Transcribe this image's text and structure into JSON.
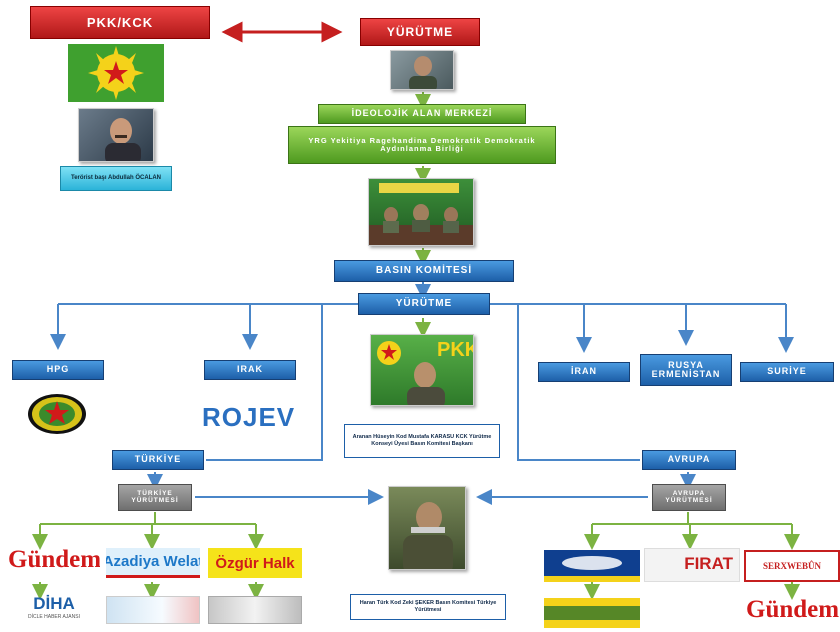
{
  "header": {
    "pkk_kck": "PKK/KCK",
    "yurutme_top": "YÜRÜTME",
    "founder_caption": "Terörist başı Abdullah ÖCALAN"
  },
  "center": {
    "ideological": "İDEOLOJİK ALAN MERKEZİ",
    "union": "YRG Yekitiya Ragehandina Demokratik Demokratik Aydınlanma Birliği",
    "press_committee": "BASIN KOMİTESİ",
    "yurutme_mid": "YÜRÜTME",
    "pkk_label": "PKK",
    "leader_caption": "Aranan Hüseyin Kod Mustafa KARASU KCK Yürütme Konseyi Üyesi Basın Komitesi Başkanı",
    "photo_caption": "Haran Türk Kod Zeki ŞEKER Basın Komitesi Türkiye Yürütmesi"
  },
  "regions": {
    "hpg": "HPG",
    "irak": "IRAK",
    "iran": "İRAN",
    "rusya": "RUSYA ERMENİSTAN",
    "suriye": "SURİYE",
    "turkiye": "TÜRKİYE",
    "avrupa": "AVRUPA",
    "turkiye_yurutme": "TÜRKİYE YÜRÜTMESİ",
    "avrupa_yurutme": "AVRUPA YÜRÜTMESİ"
  },
  "outlets": {
    "rojev": "ROJEV",
    "gundem_left": "Gündem",
    "azadiya": "Azadiya Welat",
    "ozgur_halk": "Özgür Halk",
    "diha": "DİHA",
    "diha_sub": "DİCLE HABER AJANSI",
    "firat": "FIRAT",
    "serxwebun": "SERXWEBÛN",
    "gundem_right": "Gündem"
  },
  "colors": {
    "red": "#c51f1f",
    "blue": "#2a6fc0",
    "green": "#62ab2c",
    "gray": "#7d7d7d",
    "connector_blue": "#4a86c8",
    "connector_green": "#7cb342"
  }
}
